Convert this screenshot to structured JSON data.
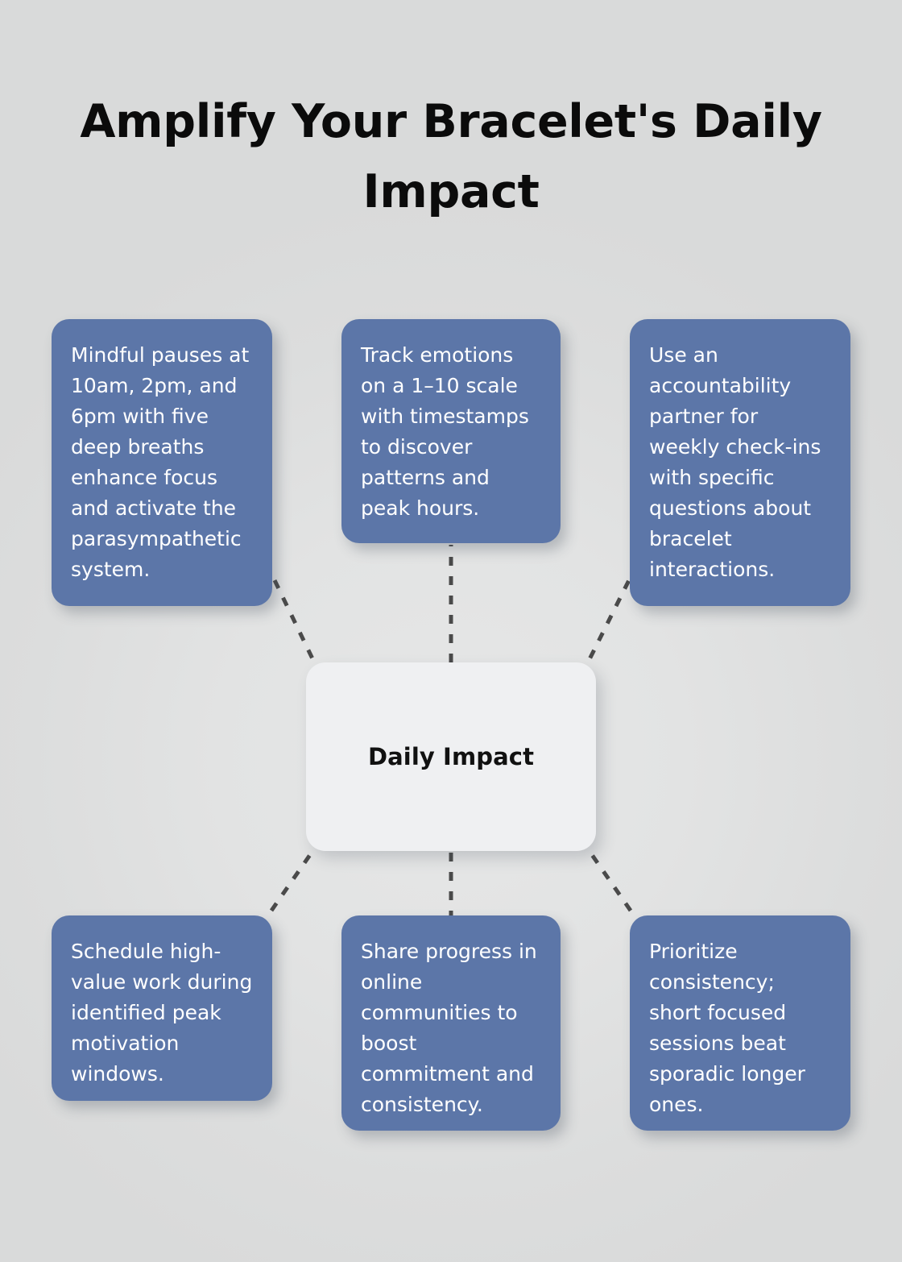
{
  "page": {
    "title": "Amplify Your Bracelet's Daily Impact",
    "background_color": "#dededf"
  },
  "diagram": {
    "type": "hub-and-spoke",
    "center": {
      "label": "Daily Impact",
      "fill_color": "#eff0f2",
      "text_color": "#111111"
    },
    "connector": {
      "style": "dashed",
      "color": "#4a4a4a",
      "width": 5,
      "dash": "11 13"
    },
    "node_fill_color": "#5c76a8",
    "node_text_color": "#ffffff",
    "nodes": [
      {
        "id": "node-1",
        "position": "top-left",
        "text": "Mindful pauses at 10am, 2pm, and 6pm with five deep breaths enhance focus and activate the parasympathetic system."
      },
      {
        "id": "node-2",
        "position": "top-center",
        "text": "Track emotions on a 1–10 scale with timestamps to discover patterns and peak hours."
      },
      {
        "id": "node-3",
        "position": "top-right",
        "text": "Use an accountability partner for weekly check-ins with specific questions about bracelet interactions."
      },
      {
        "id": "node-4",
        "position": "bottom-left",
        "text": "Schedule high-value work during identified peak motivation windows."
      },
      {
        "id": "node-5",
        "position": "bottom-center",
        "text": "Share progress in online communities to boost commitment and consistency."
      },
      {
        "id": "node-6",
        "position": "bottom-right",
        "text": "Prioritize consistency; short focused sessions beat sporadic longer ones."
      }
    ]
  }
}
